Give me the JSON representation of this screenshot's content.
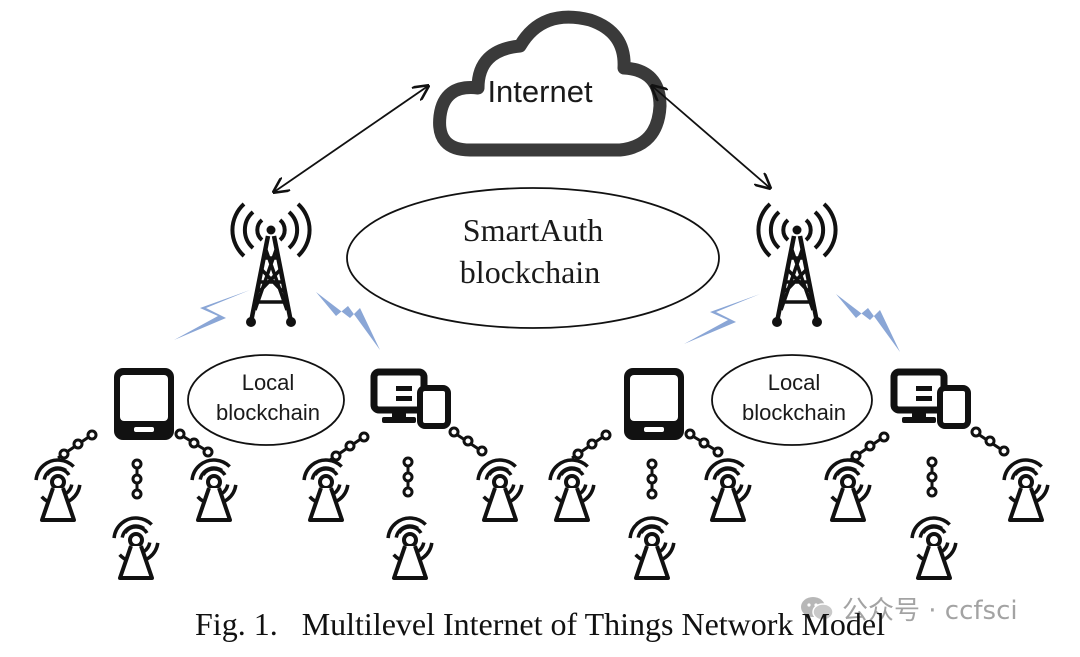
{
  "cloud": {
    "label": "Internet"
  },
  "center": {
    "label_line1": "SmartAuth",
    "label_line2": "blockchain"
  },
  "clusters": [
    {
      "local_line1": "Local",
      "local_line2": "blockchain"
    },
    {
      "local_line1": "Local",
      "local_line2": "blockchain"
    }
  ],
  "caption": "Fig. 1.   Multilevel Internet of Things Network Model",
  "watermark": {
    "text": "公众号 · ccfsci",
    "icon": "wechat-icon"
  },
  "colors": {
    "line": "#111111",
    "lightning": "#8aa6d6",
    "background": "#ffffff"
  }
}
